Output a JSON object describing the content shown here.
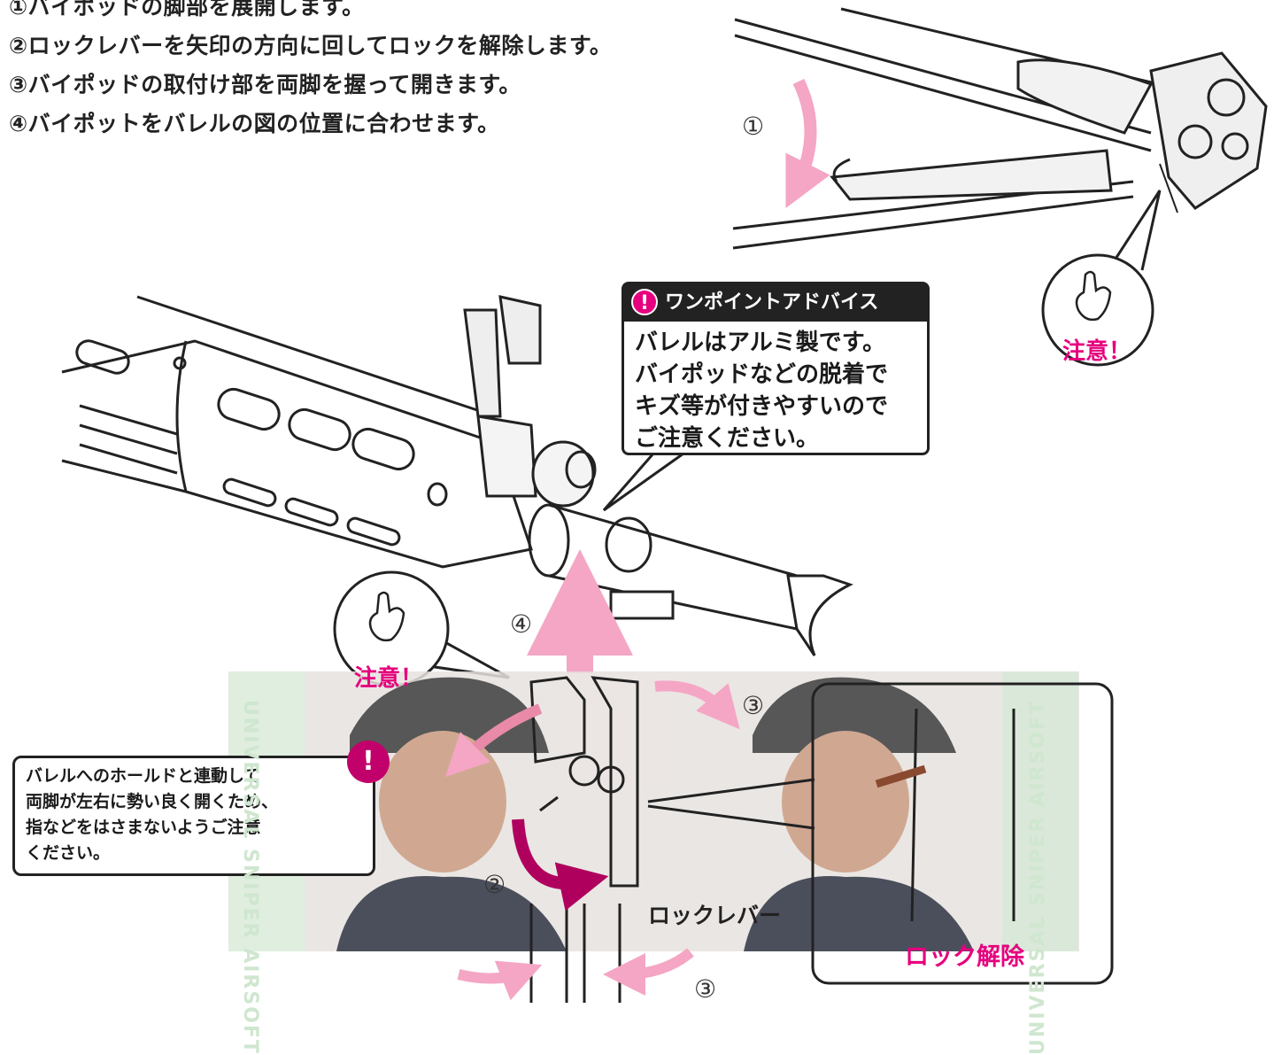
{
  "instructions": {
    "steps": [
      "①バイポッドの脚部を展開します。",
      "②ロックレバーを矢印の方向に回してロックを解除します。",
      "③バイポッドの取付け部を両脚を握って開きます。",
      "④バイポットをバレルの図の位置に合わせます。"
    ]
  },
  "advice_box": {
    "heading": "ワンポイントアドバイス",
    "icon": "!",
    "body": "バレルはアルミ製です。\nバイポッドなどの脱着で\nキズ等が付きやすいので\nご注意ください。"
  },
  "warning_box": {
    "icon": "!",
    "body": "バレルへのホールドと連動して\n両脚が左右に勢い良く開くため、\n指などをはさまないようご注意\nください。"
  },
  "labels": {
    "step1": "①",
    "step2": "②",
    "step3_top": "③",
    "step3_bottom": "③",
    "step4": "④",
    "caution_top": "注意！",
    "caution_bottom": "注意！",
    "lock_lever": "ロックレバー",
    "unlock": "ロック解除"
  },
  "overlay": {
    "watermark_left": "UNIVERSAL SNIPER AIRSOFT",
    "watermark_right": "UNIVERSAL SNIPER AIRSOFT"
  },
  "colors": {
    "accent_pink": "#e6007e",
    "arrow_pink": "#f4a6c4",
    "dark_magenta": "#b0005e",
    "line": "#222222"
  }
}
